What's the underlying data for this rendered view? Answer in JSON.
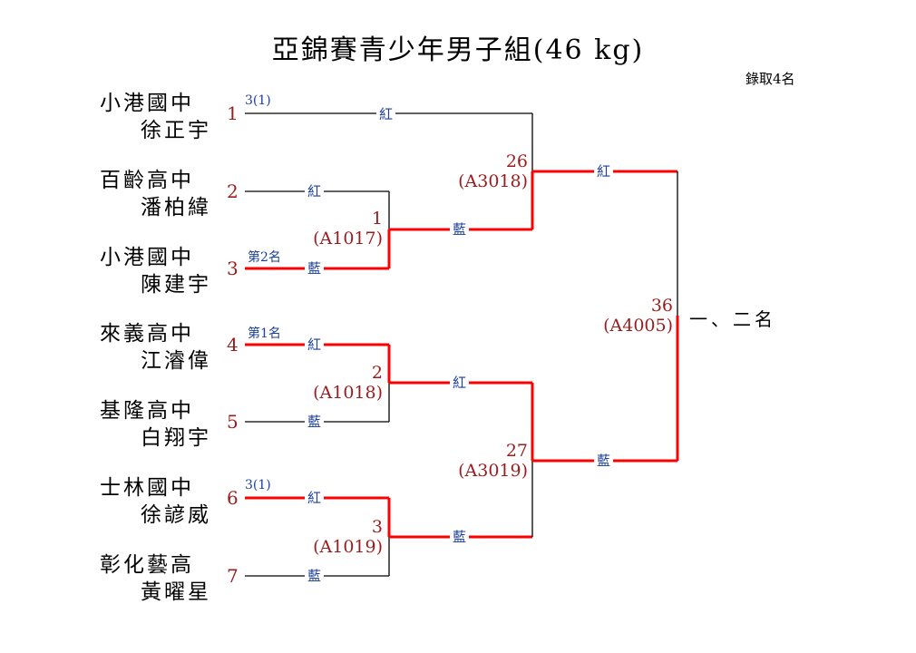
{
  "title": "亞錦賽青少年男子組(46 kg)",
  "note": "錄取4名",
  "entrants": [
    {
      "seed": "1",
      "school": "小港國中",
      "player": "徐正宇",
      "annotation": "3(1)"
    },
    {
      "seed": "2",
      "school": "百齡高中",
      "player": "潘柏緯",
      "annotation": ""
    },
    {
      "seed": "3",
      "school": "小港國中",
      "player": "陳建宇",
      "annotation": "第2名"
    },
    {
      "seed": "4",
      "school": "來義高中",
      "player": "江濬偉",
      "annotation": "第1名"
    },
    {
      "seed": "5",
      "school": "基隆高中",
      "player": "白翔宇",
      "annotation": ""
    },
    {
      "seed": "6",
      "school": "士林國中",
      "player": "徐諺威",
      "annotation": "3(1)"
    },
    {
      "seed": "7",
      "school": "彰化藝高",
      "player": "黃曜星",
      "annotation": ""
    }
  ],
  "corner_labels": {
    "red": "紅",
    "blue": "藍"
  },
  "matches": [
    {
      "number": "1",
      "code": "(A1017)"
    },
    {
      "number": "2",
      "code": "(A1018)"
    },
    {
      "number": "3",
      "code": "(A1019)"
    },
    {
      "number": "26",
      "code": "(A3018)"
    },
    {
      "number": "27",
      "code": "(A3019)"
    },
    {
      "number": "36",
      "code": "(A4005)"
    }
  ],
  "final_place_label": "一、二名",
  "colors": {
    "winner_line": "#ff0000",
    "line": "#000000",
    "seed": "#9b1c1c",
    "corner": "#1a3f9a"
  }
}
